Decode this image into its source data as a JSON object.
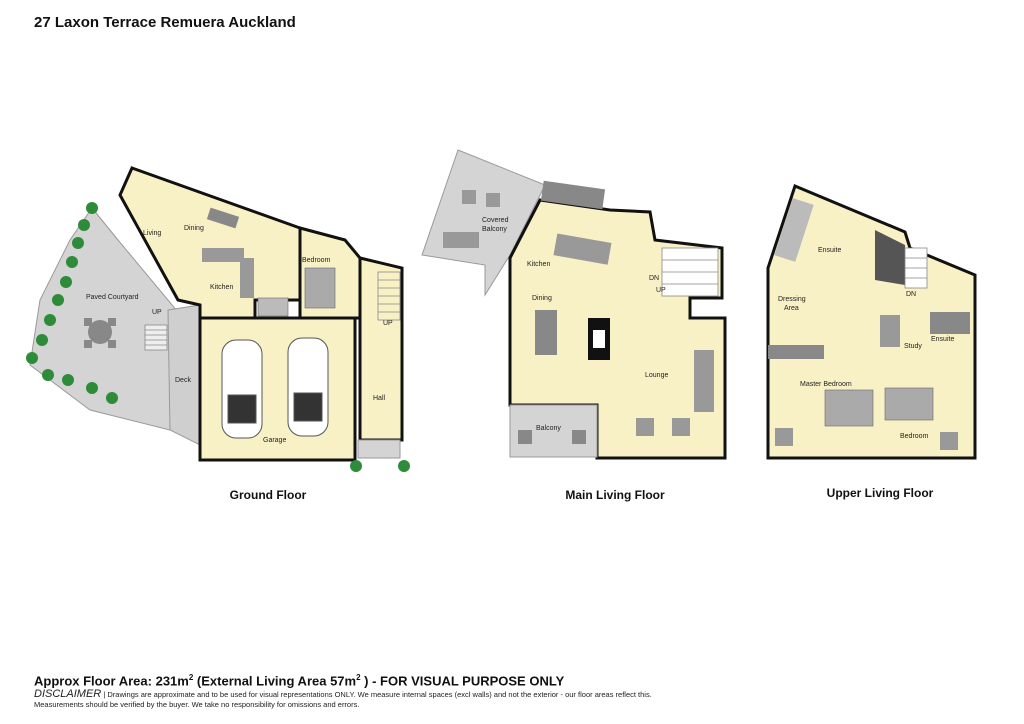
{
  "title": "27 Laxon Terrace Remuera Auckland",
  "floors": [
    {
      "caption": "Ground Floor",
      "rooms": [
        "Living",
        "Dining",
        "Kitchen",
        "Bedroom",
        "Paved Courtyard",
        "Deck",
        "Garage",
        "Hall"
      ],
      "stair_labels": [
        "UP",
        "UP"
      ]
    },
    {
      "caption": "Main Living Floor",
      "rooms": [
        "Covered",
        "Balcony",
        "Kitchen",
        "Dining",
        "Lounge",
        "Balcony"
      ],
      "stair_labels": [
        "DN",
        "UP"
      ]
    },
    {
      "caption": "Upper Living Floor",
      "rooms": [
        "Ensuite",
        "Dressing",
        "Area",
        "Study",
        "Ensuite",
        "Master Bedroom",
        "Bedroom"
      ],
      "stair_labels": [
        "DN"
      ]
    }
  ],
  "footer": {
    "area_prefix": "Approx Floor Area: 231m",
    "area_sup1": "2",
    "area_mid": " (External Living Area 57m",
    "area_sup2": "2",
    "area_suffix": " ) - FOR VISUAL PURPOSE ONLY",
    "disclaimer_label": "DISCLAIMER",
    "disclaimer_text": " | Drawings are approximate and to be used for visual representations ONLY. We measure internal spaces (excl walls) and not the exterior - our floor areas reflect this. Measurements should be verified by the buyer. We take no responsibility for omissions and errors."
  },
  "colors": {
    "room_fill": "#f8f1c6",
    "outdoor_fill": "#d4d4d4",
    "wall": "#111111",
    "tree": "#2e8b3a",
    "fixture": "#888888"
  }
}
